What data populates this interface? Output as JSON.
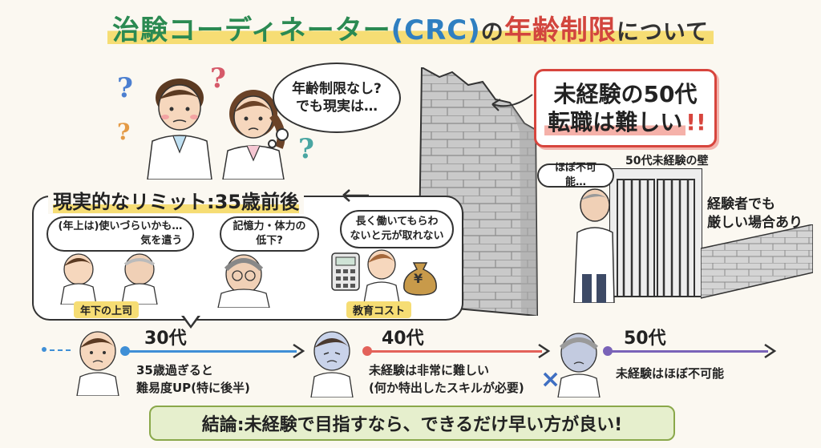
{
  "title": {
    "part1": "治験コーディネーター",
    "part2": "(CRC)",
    "part3": "の",
    "part4": "年齢制限",
    "part5": "について"
  },
  "thought_main": {
    "line1": "年齢制限なし?",
    "line2": "でも現実は…"
  },
  "headline": {
    "line1": "未経験の50代",
    "line2": "転職は難しい",
    "mark": "!!"
  },
  "wall_scene": {
    "speech": "ほぼ不可能…",
    "wall_label": "50代未経験の壁",
    "side_line1": "経験者でも",
    "side_line2": "厳しい場合あり"
  },
  "limit": {
    "title": "現実的なリミット:35歳前後",
    "bubble1_line1": "(年上は)使いづらいかも…",
    "bubble1_line2": "気を遣う",
    "label1": "年下の上司",
    "bubble2_line1": "記憶力・体力の",
    "bubble2_line2": "低下?",
    "bubble3_line1": "長く働いてもらわ",
    "bubble3_line2": "ないと元が取れない",
    "label3": "教育コスト",
    "yen": "¥"
  },
  "timeline": {
    "age30": "30代",
    "desc30_line1": "35歳過ぎると",
    "desc30_line2": "難易度UP(特に後半)",
    "age40": "40代",
    "desc40_line1": "未経験は非常に難しい",
    "desc40_line2": "(何か特出したスキルが必要)",
    "age50": "50代",
    "desc50_line1": "未経験はほぼ不可能",
    "cross": "×"
  },
  "conclusion": "結論:未経験で目指すなら、できるだけ早い方が良い!",
  "colors": {
    "title_green": "#2b8a52",
    "title_blue": "#2f7fc1",
    "title_red": "#d2453e",
    "timeline_blue": "#3f8fd6",
    "timeline_red": "#e3625a",
    "timeline_purple": "#7a63b8",
    "highlight_yellow": "#f6dd74",
    "conclusion_green": "#e6efcd"
  }
}
